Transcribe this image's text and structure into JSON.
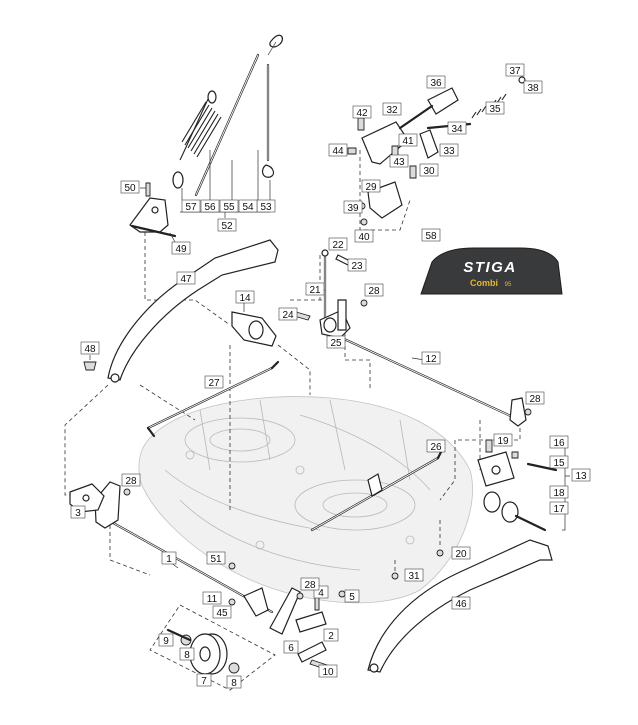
{
  "decal": {
    "brand": "STIGA",
    "model": "Combi",
    "model_size": "95",
    "colors": {
      "background": "#383a3c",
      "brand_text": "#ffffff",
      "model_text": "#e8b81e"
    }
  },
  "part_numbers": {
    "p1": "1",
    "p2": "2",
    "p3": "3",
    "p4": "4",
    "p5": "5",
    "p6": "6",
    "p7": "7",
    "p8a": "8",
    "p8b": "8",
    "p9": "9",
    "p10": "10",
    "p11": "11",
    "p12": "12",
    "p13": "13",
    "p14": "14",
    "p15": "15",
    "p16": "16",
    "p17": "17",
    "p18": "18",
    "p19": "19",
    "p20": "20",
    "p21": "21",
    "p22": "22",
    "p23": "23",
    "p24": "24",
    "p25": "25",
    "p26": "26",
    "p27": "27",
    "p28a": "28",
    "p28b": "28",
    "p28c": "28",
    "p28d": "28",
    "p29": "29",
    "p30": "30",
    "p31": "31",
    "p32": "32",
    "p33": "33",
    "p34": "34",
    "p35": "35",
    "p36": "36",
    "p37": "37",
    "p38": "38",
    "p39": "39",
    "p40": "40",
    "p41": "41",
    "p42": "42",
    "p43": "43",
    "p44": "44",
    "p45": "45",
    "p46": "46",
    "p47": "47",
    "p48": "48",
    "p49": "49",
    "p50": "50",
    "p51": "51",
    "p52": "52",
    "p53": "53",
    "p54": "54",
    "p55": "55",
    "p56": "56",
    "p57": "57",
    "p58": "58"
  }
}
